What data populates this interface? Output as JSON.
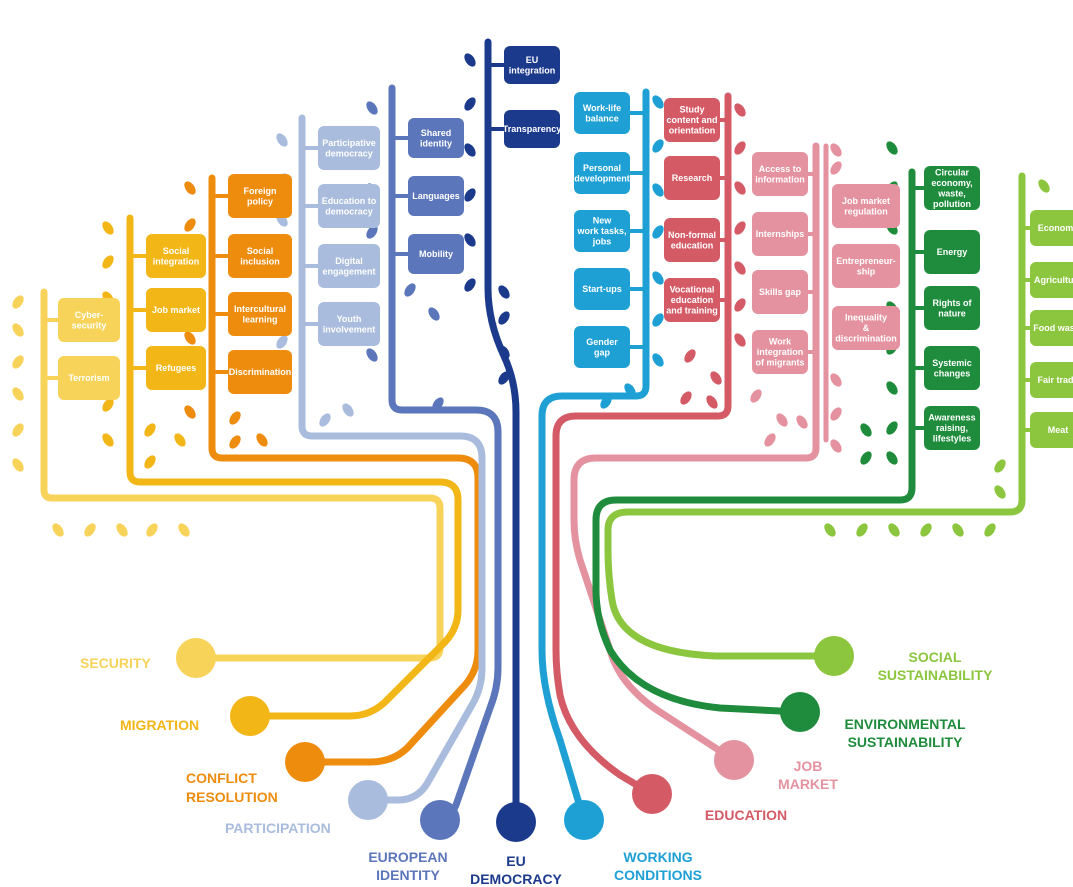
{
  "branches": [
    {
      "id": "security",
      "label": [
        "SECURITY"
      ],
      "color": "#f8d35a",
      "topics": [
        [
          "Cyber-",
          "security"
        ],
        [
          "Terrorism"
        ]
      ]
    },
    {
      "id": "migration",
      "label": [
        "MIGRATION"
      ],
      "color": "#f3b617",
      "topics": [
        [
          "Social",
          "integration"
        ],
        [
          "Job market"
        ],
        [
          "Refugees"
        ]
      ]
    },
    {
      "id": "conflict-resolution",
      "label": [
        "CONFLICT",
        "RESOLUTION"
      ],
      "color": "#ee8c0e",
      "topics": [
        [
          "Foreign",
          "policy"
        ],
        [
          "Social",
          "inclusion"
        ],
        [
          "Intercultural",
          "learning"
        ],
        [
          "Discrimination"
        ]
      ]
    },
    {
      "id": "participation",
      "label": [
        "PARTICIPATION"
      ],
      "color": "#a9bcdd",
      "topics": [
        [
          "Participative",
          "democracy"
        ],
        [
          "Education to",
          "democracy"
        ],
        [
          "Digital",
          "engagement"
        ],
        [
          "Youth",
          "involvement"
        ]
      ]
    },
    {
      "id": "european-identity",
      "label": [
        "EUROPEAN",
        "IDENTITY"
      ],
      "color": "#5b76ba",
      "topics": [
        [
          "Shared",
          "identity"
        ],
        [
          "Languages"
        ],
        [
          "Mobility"
        ]
      ]
    },
    {
      "id": "eu-democracy",
      "label": [
        "EU",
        "DEMOCRACY"
      ],
      "color": "#1c3a8c",
      "topics": [
        [
          "EU",
          "integration"
        ],
        [
          "Transparency"
        ]
      ]
    },
    {
      "id": "working-conditions",
      "label": [
        "WORKING",
        "CONDITIONS"
      ],
      "color": "#1ea0d5",
      "topics": [
        [
          "Work-life",
          "balance"
        ],
        [
          "Personal",
          "development"
        ],
        [
          "New",
          "work tasks,",
          "jobs"
        ],
        [
          "Start-ups"
        ],
        [
          "Gender",
          "gap"
        ]
      ]
    },
    {
      "id": "education",
      "label": [
        "EDUCATION"
      ],
      "color": "#d45a66",
      "topics": [
        [
          "Study",
          "content and",
          "orientation"
        ],
        [
          "Research"
        ],
        [
          "Non-formal",
          "education"
        ],
        [
          "Vocational",
          "education",
          "and training"
        ]
      ]
    },
    {
      "id": "job-market",
      "label": [
        "JOB",
        "MARKET"
      ],
      "color": "#e592a0",
      "topics": [
        [
          "Access to",
          "information"
        ],
        [
          "Internships"
        ],
        [
          "Skills gap"
        ],
        [
          "Work",
          "integration",
          "of migrants"
        ]
      ],
      "topics_b": [
        [
          "Job market",
          "regulation"
        ],
        [
          "Entrepreneur-",
          "ship"
        ],
        [
          "Inequality",
          "&",
          "discrimination"
        ]
      ]
    },
    {
      "id": "environmental-sustainability",
      "label": [
        "ENVIRONMENTAL",
        "SUSTAINABILITY"
      ],
      "color": "#1e8c3c",
      "topics": [
        [
          "Circular",
          "economy,",
          "waste,",
          "pollution"
        ],
        [
          "Energy"
        ],
        [
          "Rights of",
          "nature"
        ],
        [
          "Systemic",
          "changes"
        ],
        [
          "Awareness",
          "raising,",
          "lifestyles"
        ]
      ]
    },
    {
      "id": "social-sustainability",
      "label": [
        "SOCIAL",
        "SUSTAINABILITY"
      ],
      "color": "#8cc63e",
      "topics": [
        [
          "Economy"
        ],
        [
          "Agriculture"
        ],
        [
          "Food waste"
        ],
        [
          "Fair trade"
        ],
        [
          "Meat"
        ]
      ]
    }
  ]
}
